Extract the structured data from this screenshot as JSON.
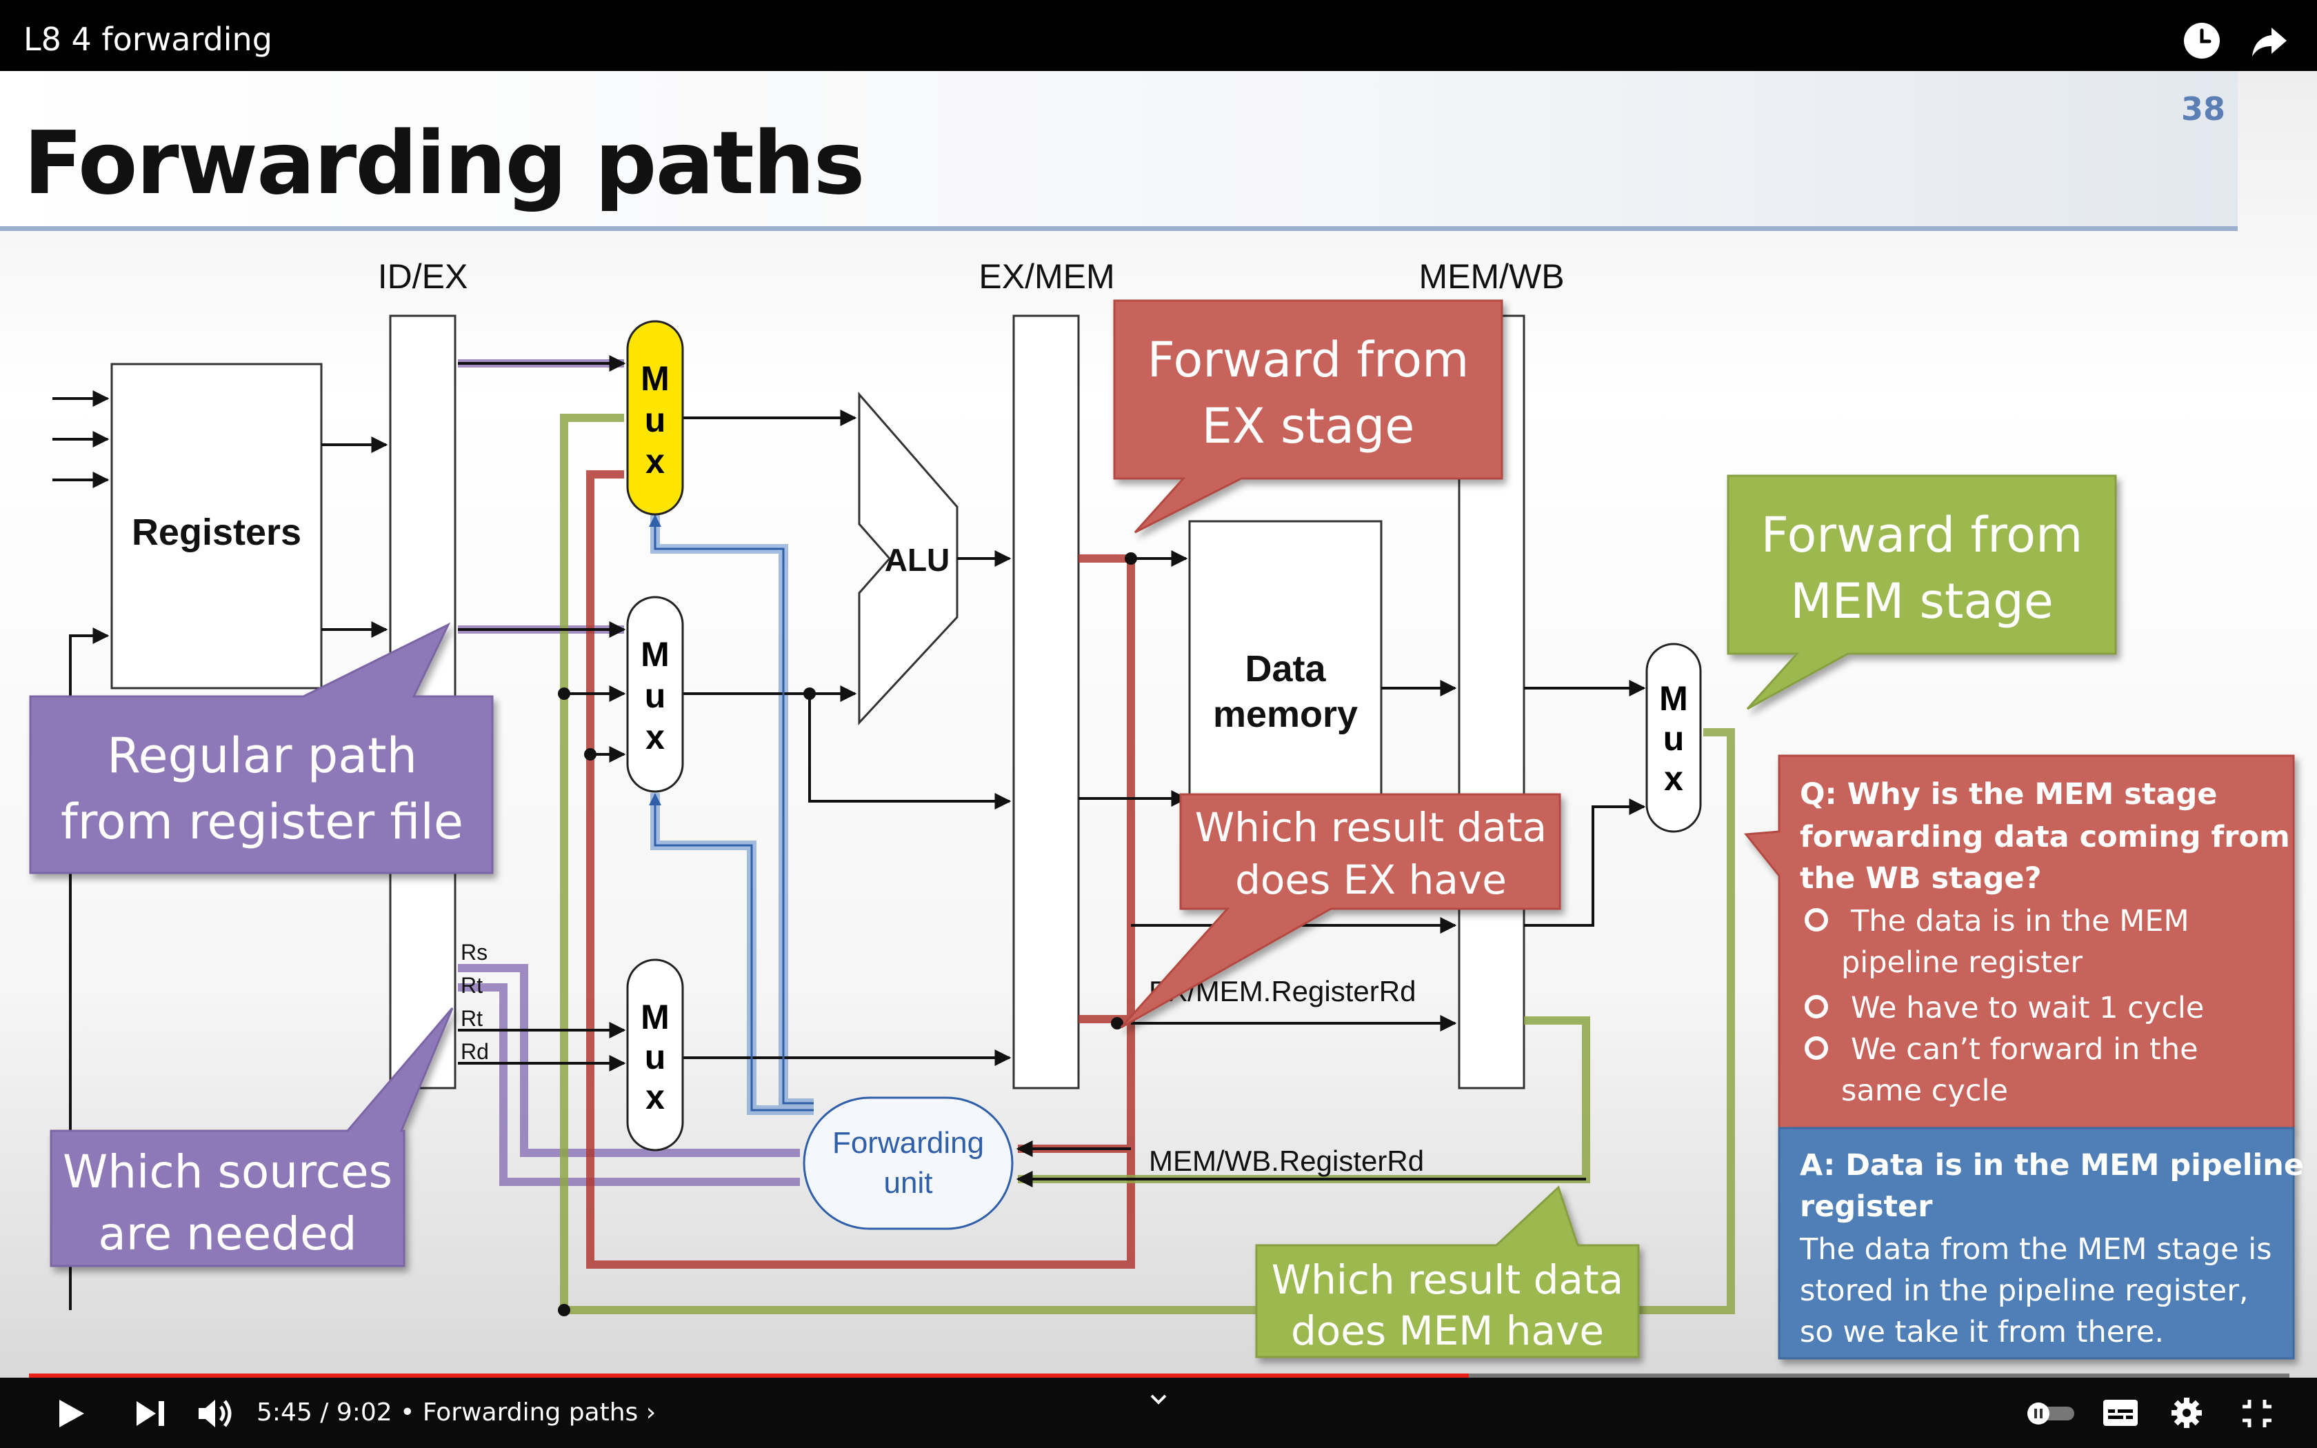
{
  "video": {
    "title": "L8 4 forwarding",
    "time_current": "5:45",
    "time_total": "9:02",
    "chapter": "Forwarding paths",
    "time_display": "5:45 / 9:02 • Forwarding paths ›",
    "progress": 0.637
  },
  "slide": {
    "title": "Forwarding paths",
    "number": "38",
    "labels": {
      "id_ex": "ID/EX",
      "ex_mem": "EX/MEM",
      "mem_wb": "MEM/WB",
      "registers": "Registers",
      "alu": "ALU",
      "data_memory_1": "Data",
      "data_memory_2": "memory",
      "mux_letters": [
        "M",
        "u",
        "x"
      ],
      "rs": "Rs",
      "rt1": "Rt",
      "rt2": "Rt",
      "rd": "Rd",
      "forwarding_unit_1": "Forwarding",
      "forwarding_unit_2": "unit",
      "ex_mem_registerrd": "EX/MEM.RegisterRd",
      "mem_wb_registerrd": "MEM/WB.RegisterRd"
    },
    "callouts": {
      "forward_ex": [
        "Forward from",
        "EX stage"
      ],
      "forward_mem": [
        "Forward from",
        "MEM stage"
      ],
      "regular_path": [
        "Regular path",
        "from register file"
      ],
      "which_sources": [
        "Which sources",
        "are needed"
      ],
      "which_ex": [
        "Which result data",
        "does EX have"
      ],
      "which_mem": [
        "Which result data",
        "does MEM have"
      ]
    },
    "question": {
      "q_lines": [
        "Q: Why is the MEM stage",
        "forwarding data coming from",
        "the WB stage?"
      ],
      "options": [
        [
          "The data is in the MEM",
          "pipeline register"
        ],
        [
          "We have to wait 1 cycle"
        ],
        [
          "We can’t forward in the",
          "same cycle"
        ]
      ]
    },
    "answer": {
      "a_lines": [
        "A: Data is in the MEM pipeline",
        "register"
      ],
      "body_lines": [
        "The data from the MEM stage is",
        "stored in the pipeline register,",
        "so we take it from there."
      ]
    },
    "colors": {
      "purple": "#8e79b8",
      "red": "#c8645c",
      "green": "#9cb84f",
      "blue": "#4f7fb6",
      "mux_yellow": "#ffe500"
    }
  },
  "icons": [
    "clock-icon",
    "share-icon",
    "play-icon",
    "next-icon",
    "volume-icon",
    "chevron-down-icon",
    "autoplay-toggle-icon",
    "captions-icon",
    "settings-icon",
    "exit-fullscreen-icon"
  ]
}
